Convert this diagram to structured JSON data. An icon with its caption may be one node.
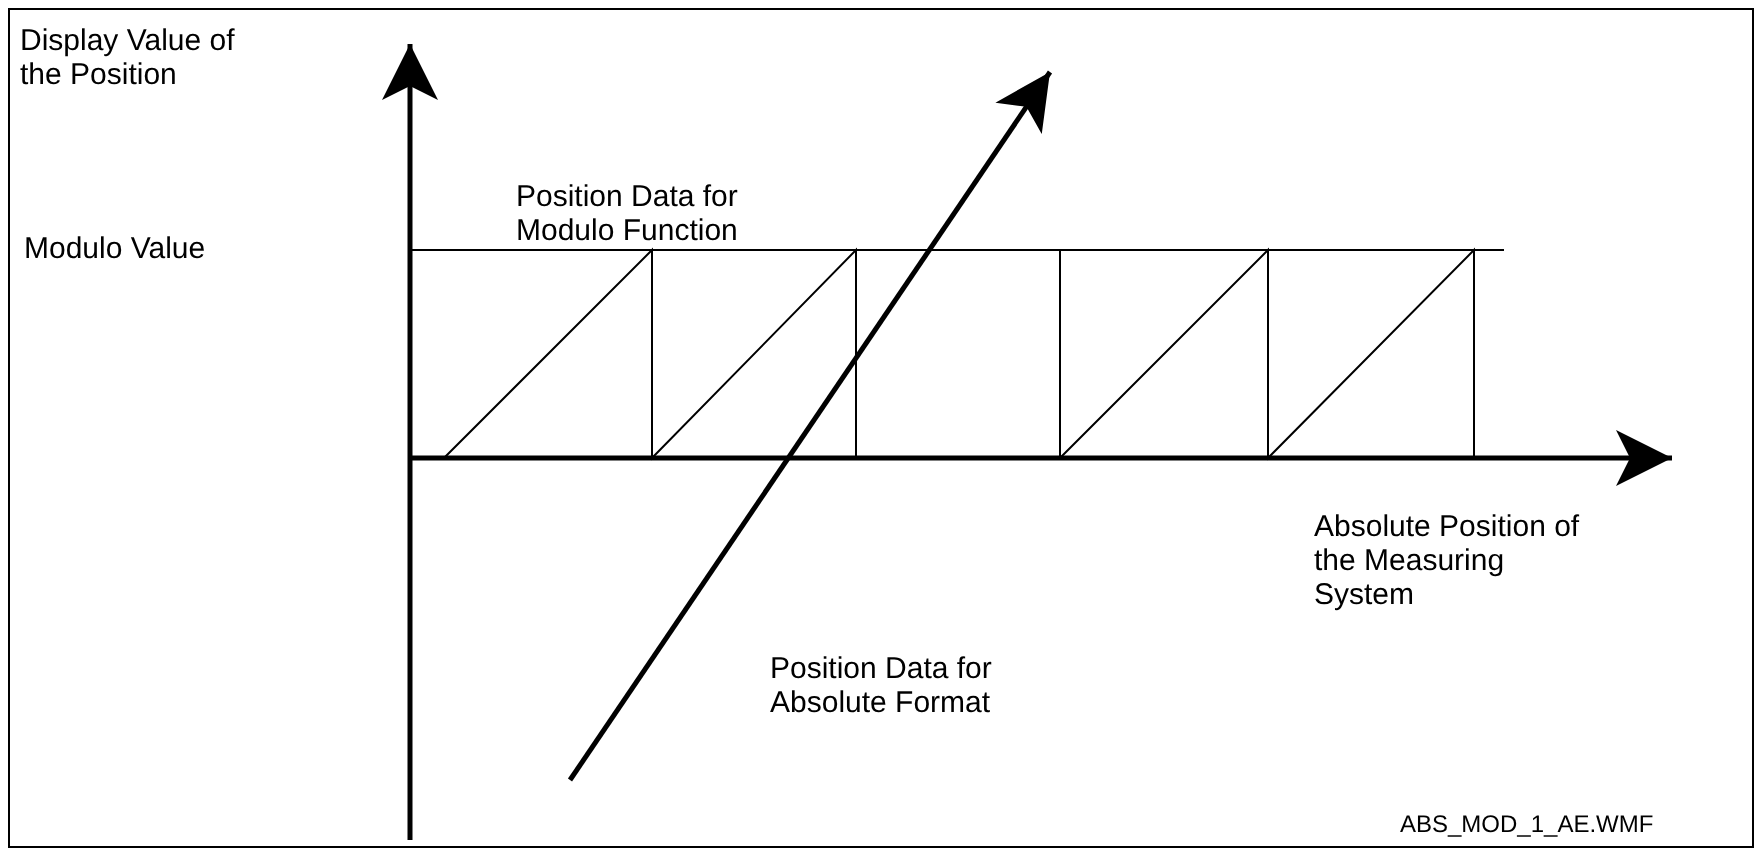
{
  "diagram": {
    "labels": [
      "Display Value of the Position",
      "Position Data for Modulo Function",
      "Modulo Value",
      "Absolute Position of the Measuring System",
      "Position Data for Absolute Format",
      "ABS_MOD_1_AE.WMF"
    ]
  }
}
